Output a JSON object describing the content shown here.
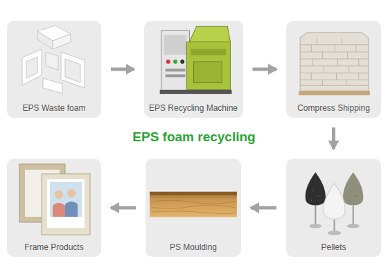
{
  "diagram": {
    "title": "EPS foam recycling",
    "nodes": [
      {
        "text": [
          "EPS Waste foam"
        ]
      },
      {
        "text": [
          "EPS Recycling Machine"
        ]
      },
      {
        "text": [
          "Compress Shipping"
        ]
      },
      {
        "text": [
          "Frame Products"
        ]
      },
      {
        "text": [
          "PS Moulding"
        ]
      },
      {
        "text": [
          "Pellets"
        ]
      }
    ],
    "edges": [
      {
        "from": 0,
        "to": 1,
        "arrow": "to"
      },
      {
        "from": 1,
        "to": 2,
        "arrow": "to"
      },
      {
        "from": 2,
        "to": 5,
        "arrow": "to"
      },
      {
        "from": 5,
        "to": 4,
        "arrow": "to"
      },
      {
        "from": 4,
        "to": 3,
        "arrow": "to"
      }
    ]
  }
}
